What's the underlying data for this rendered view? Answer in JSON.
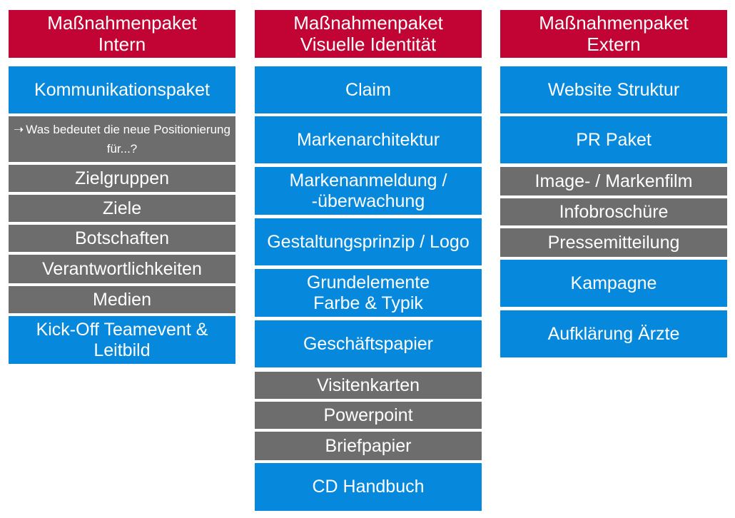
{
  "columns": [
    {
      "header": [
        "Maßnahmenpaket",
        "Intern"
      ],
      "items": [
        {
          "lines": [
            "Kommunikationspaket"
          ],
          "color": "blue"
        },
        {
          "lines": [
            "Was bedeutet die neue Positionierung",
            "für...?"
          ],
          "color": "gray",
          "arrow_icon": "arrow-right-icon"
        },
        {
          "lines": [
            "Zielgruppen"
          ],
          "color": "gray"
        },
        {
          "lines": [
            "Ziele"
          ],
          "color": "gray"
        },
        {
          "lines": [
            "Botschaften"
          ],
          "color": "gray"
        },
        {
          "lines": [
            "Verantwortlichkeiten"
          ],
          "color": "gray"
        },
        {
          "lines": [
            "Medien"
          ],
          "color": "gray"
        },
        {
          "lines": [
            "Kick-Off Teamevent &",
            "Leitbild"
          ],
          "color": "blue"
        }
      ]
    },
    {
      "header": [
        "Maßnahmenpaket",
        "Visuelle Identität"
      ],
      "items": [
        {
          "lines": [
            "Claim"
          ],
          "color": "blue"
        },
        {
          "lines": [
            "Markenarchitektur"
          ],
          "color": "blue"
        },
        {
          "lines": [
            "Markenanmeldung /",
            "-überwachung"
          ],
          "color": "blue"
        },
        {
          "lines": [
            "Gestaltungsprinzip / Logo"
          ],
          "color": "blue"
        },
        {
          "lines": [
            "Grundelemente",
            "Farbe & Typik"
          ],
          "color": "blue"
        },
        {
          "lines": [
            "Geschäftspapier"
          ],
          "color": "blue"
        },
        {
          "lines": [
            "Visitenkarten"
          ],
          "color": "gray"
        },
        {
          "lines": [
            "Powerpoint"
          ],
          "color": "gray"
        },
        {
          "lines": [
            "Briefpapier"
          ],
          "color": "gray"
        },
        {
          "lines": [
            "CD Handbuch"
          ],
          "color": "blue"
        }
      ]
    },
    {
      "header": [
        "Maßnahmenpaket",
        "Extern"
      ],
      "items": [
        {
          "lines": [
            "Website Struktur"
          ],
          "color": "blue"
        },
        {
          "lines": [
            "PR Paket"
          ],
          "color": "blue"
        },
        {
          "lines": [
            "Image- / Markenfilm"
          ],
          "color": "gray"
        },
        {
          "lines": [
            "Infobroschüre"
          ],
          "color": "gray"
        },
        {
          "lines": [
            "Pressemitteilung"
          ],
          "color": "gray"
        },
        {
          "lines": [
            "Kampagne"
          ],
          "color": "blue"
        },
        {
          "lines": [
            "Aufklärung Ärzte"
          ],
          "color": "blue"
        }
      ]
    }
  ],
  "colors": {
    "header": "#c20434",
    "blue": "#0689dd",
    "gray": "#6d6d6d"
  }
}
